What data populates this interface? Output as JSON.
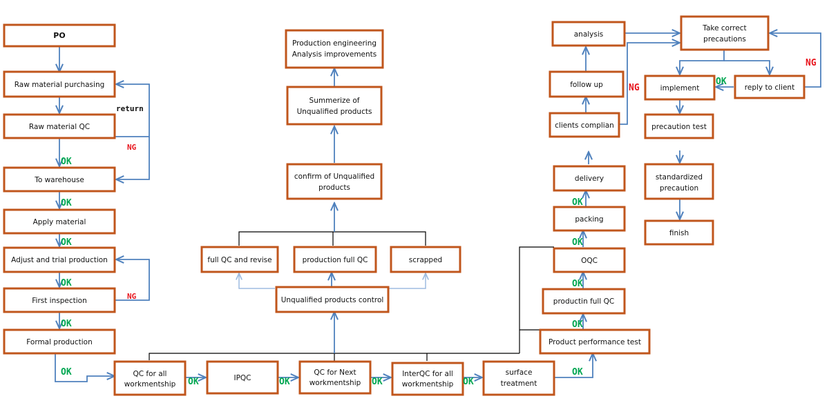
{
  "nodes": {
    "po": "PO",
    "raw_purchasing": "Raw material purchasing",
    "raw_qc": "Raw material QC",
    "to_warehouse": "To  warehouse",
    "apply_material": "Apply material",
    "adjust_trial": "Adjust and trial production",
    "first_inspection": "First inspection",
    "formal_production": "Formal production",
    "qc_all_workmentship": [
      "QC for all",
      "workmentship"
    ],
    "ipqc": "IPQC",
    "qc_next_workmentship": [
      "QC for Next",
      "workmentship"
    ],
    "interqc_all": [
      "InterQC for all",
      "workmentship"
    ],
    "surface_treatment": [
      "surface",
      "treatment"
    ],
    "product_performance_test": "Product performance test",
    "production_full_qc_right": "productin full QC",
    "oqc": "OQC",
    "packing": "packing",
    "delivery": "delivery",
    "clients_complian": "clients complian",
    "follow_up": "follow up",
    "analysis": "analysis",
    "take_correct_precautions": [
      "Take correct",
      "precautions"
    ],
    "implement": "implement",
    "reply_to_client": "reply to client",
    "precaution_test": "precaution test",
    "standardized_precaution": [
      "standardized",
      "precaution"
    ],
    "finish": "finish",
    "unqualified_control": "Unqualified products control",
    "full_qc_revise": "full QC and revise",
    "production_full_qc_mid": "production full QC",
    "scrapped": "scrapped",
    "confirm_unqualified": [
      "confirm of Unqualified",
      "products"
    ],
    "summerize_unqualified": [
      "Summerize of",
      "Unqualified products"
    ],
    "production_engineering": [
      "Production engineering",
      "Analysis improvements"
    ]
  },
  "labels": {
    "ok": "OK",
    "ng": "NG",
    "return": "return"
  },
  "colors": {
    "box_border": "#c0561c",
    "arrow": "#4f81bd",
    "ok": "#00a651",
    "ng": "#e8141c"
  }
}
